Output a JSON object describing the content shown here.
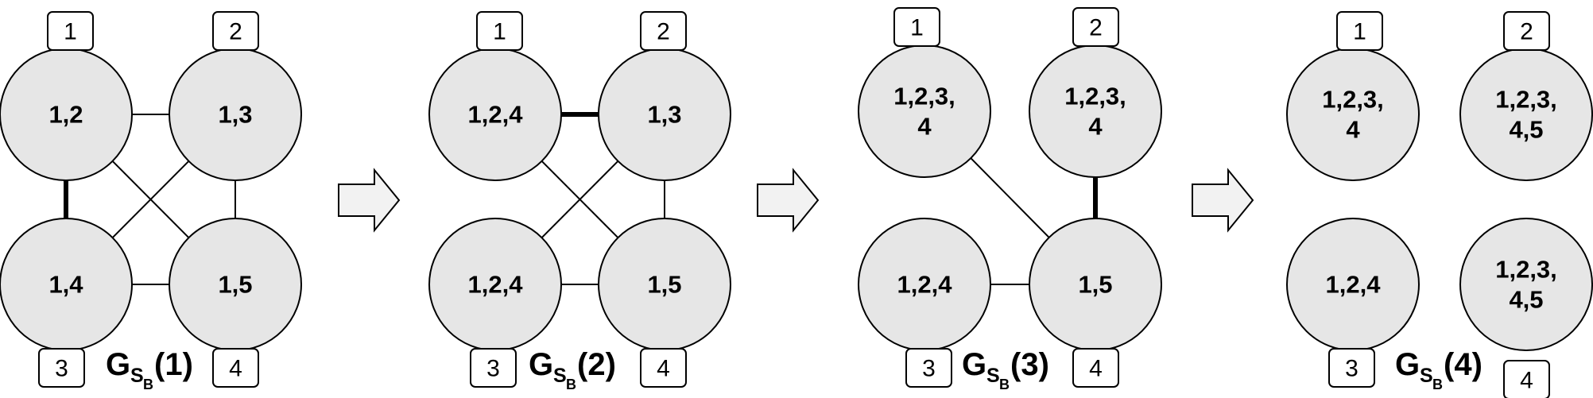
{
  "panels": [
    {
      "label": {
        "main": "G",
        "sub": "S",
        "subsub": "B",
        "suffix": "(1)"
      },
      "nodes": {
        "tl": [
          "1,2"
        ],
        "tr": [
          "1,3"
        ],
        "bl": [
          "1,4"
        ],
        "br": [
          "1,5"
        ]
      },
      "tags": {
        "tl": "1",
        "tr": "2",
        "bl": "3",
        "br": "4"
      },
      "edges": [
        {
          "from": "tl",
          "to": "tr",
          "bold": false
        },
        {
          "from": "tl",
          "to": "bl",
          "bold": true
        },
        {
          "from": "tl",
          "to": "br",
          "bold": false
        },
        {
          "from": "tr",
          "to": "bl",
          "bold": false
        },
        {
          "from": "tr",
          "to": "br",
          "bold": false
        },
        {
          "from": "bl",
          "to": "br",
          "bold": false
        }
      ]
    },
    {
      "label": {
        "main": "G",
        "sub": "S",
        "subsub": "B",
        "suffix": "(2)"
      },
      "nodes": {
        "tl": [
          "1,2,4"
        ],
        "tr": [
          "1,3"
        ],
        "bl": [
          "1,2,4"
        ],
        "br": [
          "1,5"
        ]
      },
      "tags": {
        "tl": "1",
        "tr": "2",
        "bl": "3",
        "br": "4"
      },
      "edges": [
        {
          "from": "tl",
          "to": "tr",
          "bold": true
        },
        {
          "from": "tl",
          "to": "br",
          "bold": false
        },
        {
          "from": "tr",
          "to": "bl",
          "bold": false
        },
        {
          "from": "tr",
          "to": "br",
          "bold": false
        },
        {
          "from": "bl",
          "to": "br",
          "bold": false
        }
      ]
    },
    {
      "label": {
        "main": "G",
        "sub": "S",
        "subsub": "B",
        "suffix": "(3)"
      },
      "nodes": {
        "tl": [
          "1,2,3,",
          "4"
        ],
        "tr": [
          "1,2,3,",
          "4"
        ],
        "bl": [
          "1,2,4"
        ],
        "br": [
          "1,5"
        ]
      },
      "tags": {
        "tl": "1",
        "tr": "2",
        "bl": "3",
        "br": "4"
      },
      "edges": [
        {
          "from": "tl",
          "to": "br",
          "bold": false
        },
        {
          "from": "tr",
          "to": "br",
          "bold": true
        },
        {
          "from": "bl",
          "to": "br",
          "bold": false
        }
      ]
    },
    {
      "label": {
        "main": "G",
        "sub": "S",
        "subsub": "B",
        "suffix": "(4)"
      },
      "nodes": {
        "tl": [
          "1,2,3,",
          "4"
        ],
        "tr": [
          "1,2,3,",
          "4,5"
        ],
        "bl": [
          "1,2,4"
        ],
        "br": [
          "1,2,3,",
          "4,5"
        ]
      },
      "tags": {
        "tl": "1",
        "tr": "2",
        "bl": "3",
        "br": "4"
      },
      "edges": []
    }
  ],
  "colors": {
    "node_fill": "#e6e6e6",
    "arrow_fill": "#f2f2f2",
    "stroke": "#000000"
  }
}
